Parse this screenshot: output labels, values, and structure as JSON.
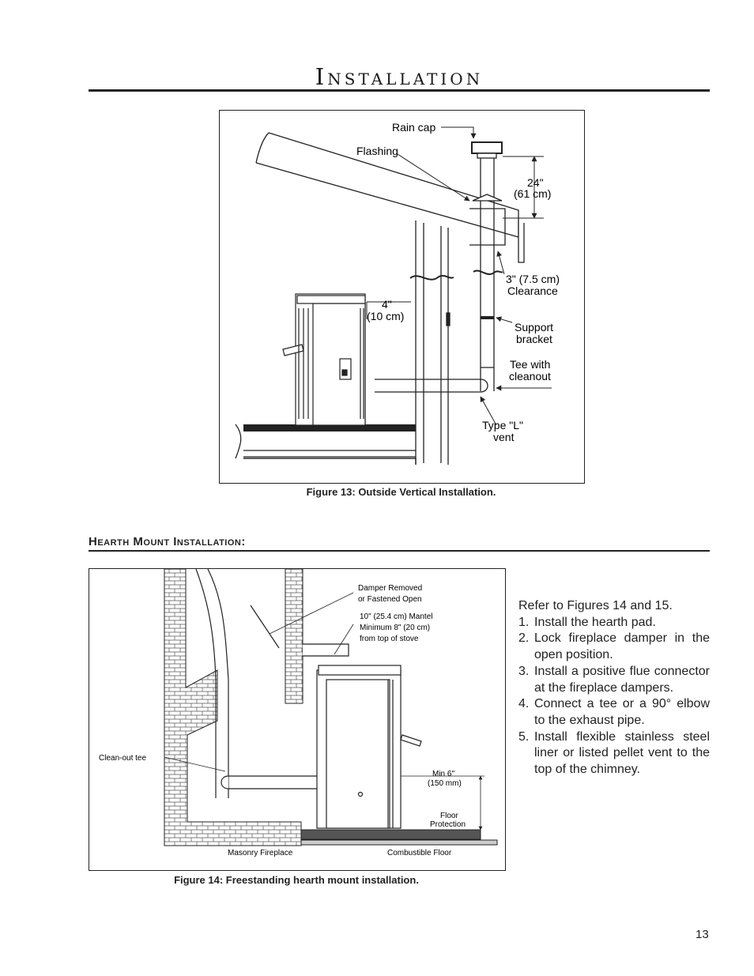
{
  "page": {
    "title": "Installation",
    "page_number": "13"
  },
  "figure13": {
    "caption": "Figure 13: Outside Vertical Installation.",
    "labels": {
      "rain_cap": "Rain cap",
      "flashing": "Flashing",
      "height_in": "24\"",
      "height_cm": "(61 cm)",
      "clearance_in": "3\" (7.5 cm)",
      "clearance_word": "Clearance",
      "wall_gap_in": "4\"",
      "wall_gap_cm": "(10 cm)",
      "support_line1": "Support",
      "support_line2": "bracket",
      "tee_line1": "Tee with",
      "tee_line2": "cleanout",
      "vent_line1": "Type \"L\"",
      "vent_line2": "vent"
    }
  },
  "hearth": {
    "heading": "Hearth Mount Installation:"
  },
  "figure14": {
    "caption": "Figure 14: Freestanding hearth mount installation.",
    "labels": {
      "damper_line1": "Damper Removed",
      "damper_line2": "or Fastened Open",
      "mantel_line1": "10\" (25.4 cm) Mantel",
      "mantel_line2": "Minimum 8\" (20 cm)",
      "mantel_line3": "from top of stove",
      "cleanout": "Clean-out tee",
      "min_line1": "Min 6\"",
      "min_line2": "(150 mm)",
      "floor_line1": "Floor",
      "floor_line2": "Protection",
      "masonry": "Masonry Fireplace",
      "combustible": "Combustible Floor"
    }
  },
  "instructions": {
    "intro": "Refer to Figures 14 and 15.",
    "steps": [
      {
        "num": "1.",
        "text": "Install the hearth pad."
      },
      {
        "num": "2.",
        "text": "Lock fireplace damper in the open position."
      },
      {
        "num": "3.",
        "text": "Install a positive flue connector at the fireplace dampers."
      },
      {
        "num": "4.",
        "text": "Connect a tee or a 90° elbow to the exhaust pipe."
      },
      {
        "num": "5.",
        "text": "Install flexible stainless steel liner or listed pellet vent to the top of the chimney."
      }
    ]
  }
}
